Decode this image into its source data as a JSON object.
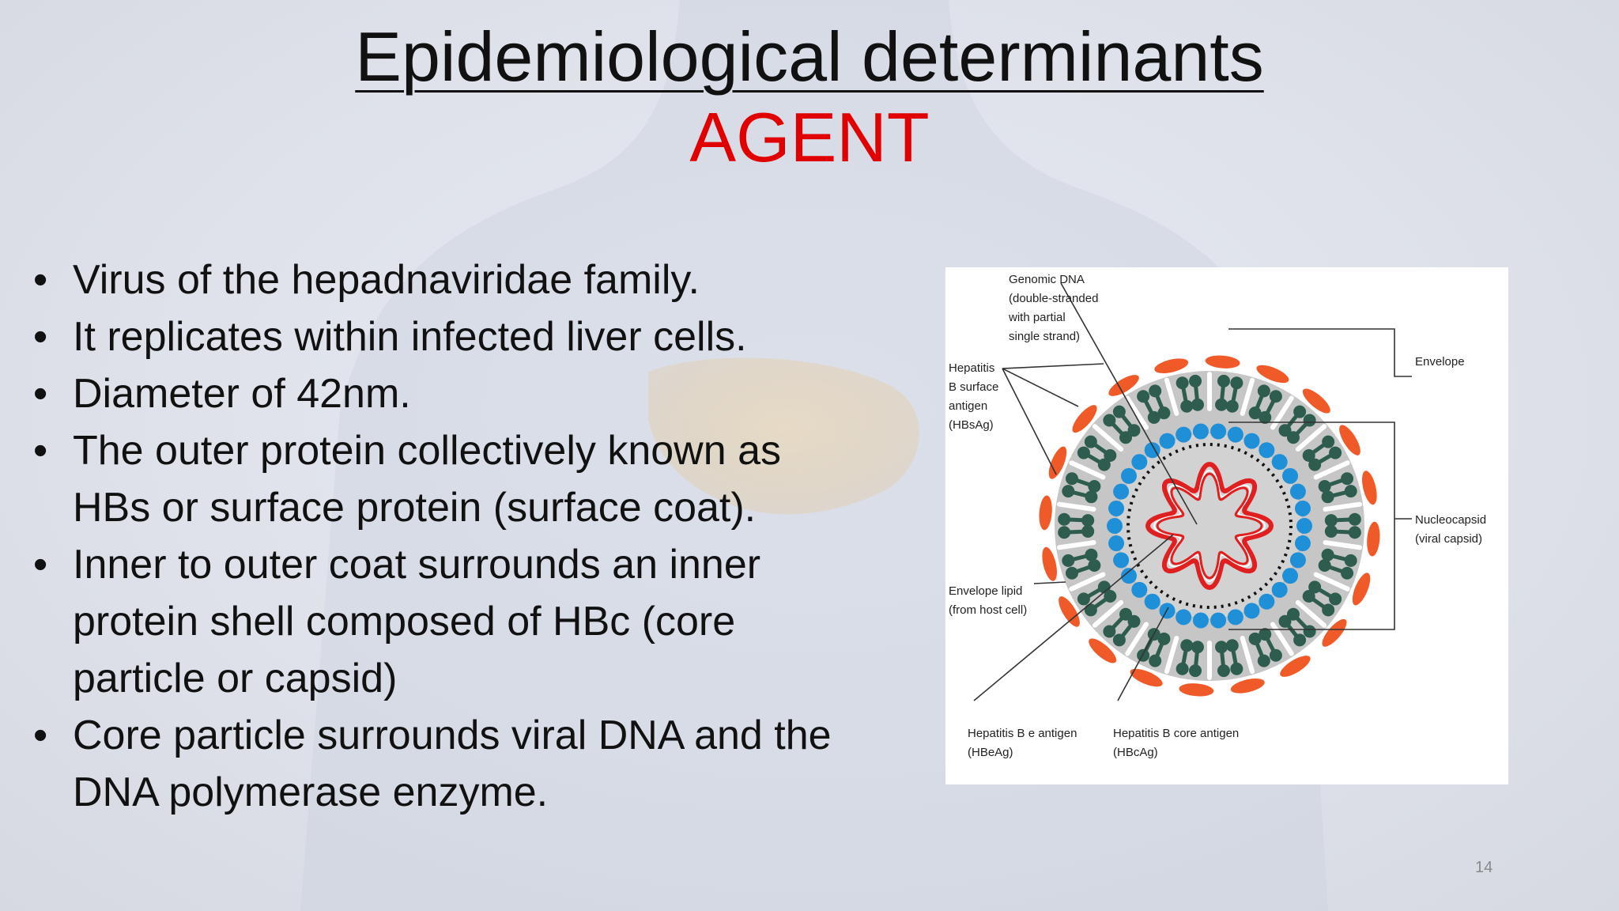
{
  "slide": {
    "title": "Epidemiological determinants",
    "subtitle": "AGENT",
    "page_number": "14"
  },
  "bullets": [
    "Virus of the hepadnaviridae family.",
    "It replicates within infected liver cells.",
    "Diameter of 42nm.",
    "The outer protein collectively known as HBs or surface protein (surface coat).",
    "Inner to outer coat surrounds an inner protein shell composed of HBc (core particle or capsid)",
    "Core particle surrounds viral DNA and the DNA polymerase enzyme."
  ],
  "figure": {
    "labels": {
      "genomic_dna": [
        "Genomic DNA",
        "(double-stranded",
        "with partial",
        "single strand)"
      ],
      "hbsag": [
        "Hepatitis",
        "B surface",
        "antigen",
        "(HBsAg)"
      ],
      "envelope": "Envelope",
      "nucleocapsid": [
        "Nucleocapsid",
        "(viral capsid)"
      ],
      "envelope_lipid": [
        "Envelope lipid",
        "(from host cell)"
      ],
      "hbeag": [
        "Hepatitis B e antigen",
        "(HBeAg)"
      ],
      "hbcag": [
        "Hepatitis B core antigen",
        "(HBcAg)"
      ]
    }
  },
  "colors": {
    "title_text": "#111111",
    "subtitle_text": "#e00000",
    "envelope_protein": "#f05a28",
    "surface_antigen": "#2e5c4e",
    "capsid": "#1f8fd8",
    "dna": "#e02020"
  }
}
